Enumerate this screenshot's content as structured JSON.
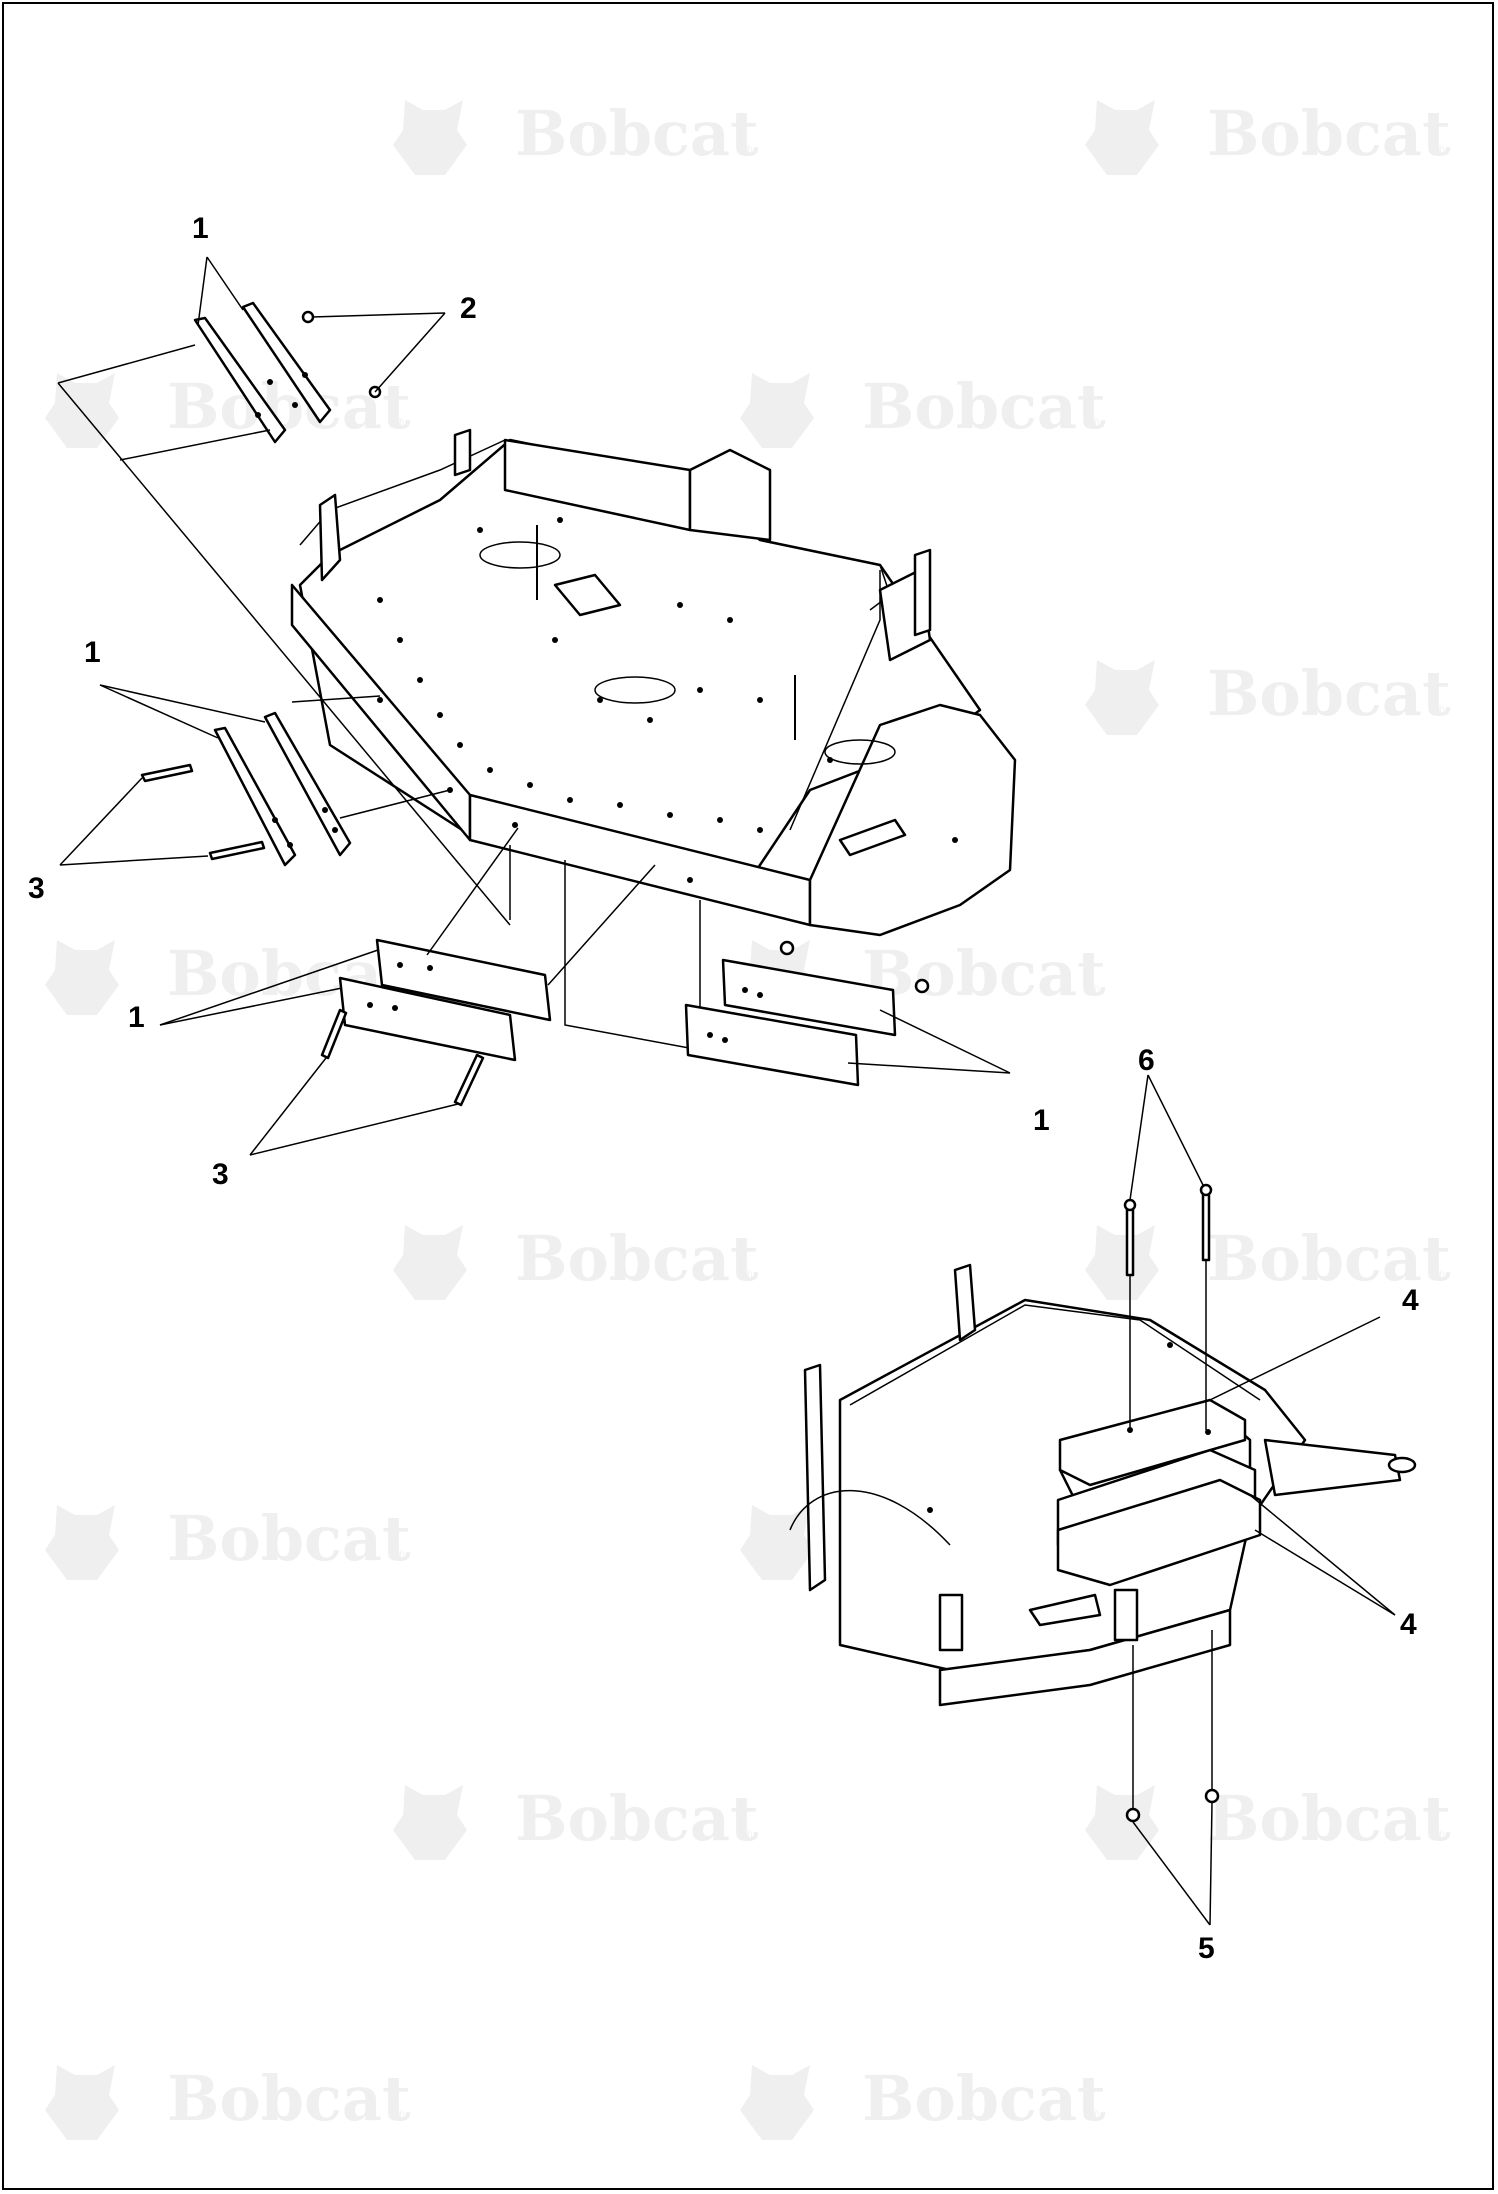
{
  "watermark": {
    "text": "Bobcat",
    "reg_mark": "®",
    "color": "#efefef"
  },
  "callouts": {
    "top_plates": "1",
    "top_nuts": "2",
    "left_plates": "1",
    "left_bolts": "3",
    "front_left_plates": "1",
    "front_left_bolts": "3",
    "front_right_plates": "1",
    "weights_top": "4",
    "weights_stack": "4",
    "weight_nuts": "5",
    "weight_bolts": "6"
  },
  "colors": {
    "line": "#000000",
    "background": "#ffffff"
  }
}
